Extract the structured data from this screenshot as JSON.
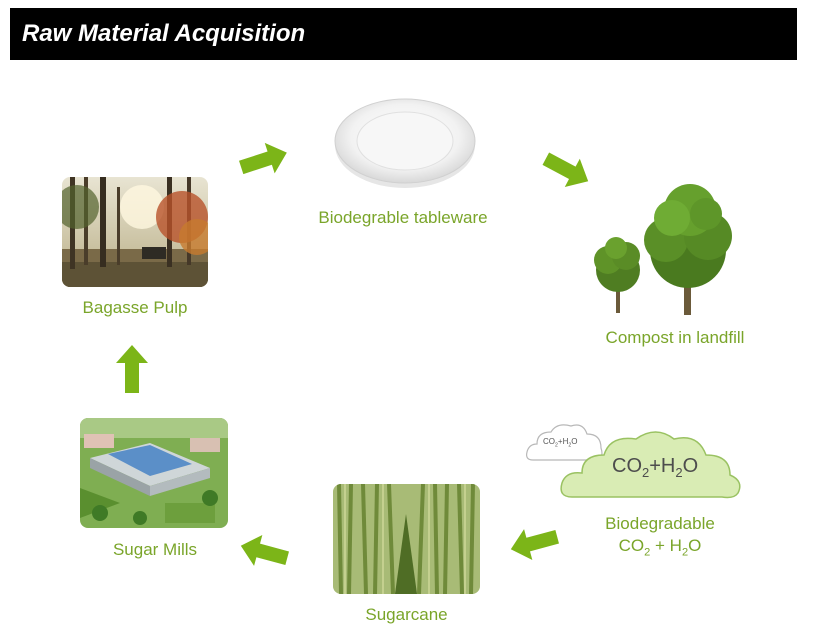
{
  "title": "Raw Material Acquisition",
  "colors": {
    "label_green": "#7aa52a",
    "arrow_green": "#7cb518",
    "cloud_fill": "#d9ecb4",
    "title_bg": "#000000"
  },
  "nodes": {
    "tableware": {
      "label": "Biodegrable tableware"
    },
    "compost": {
      "label": "Compost in landfill"
    },
    "pulp": {
      "label": "Bagasse Pulp"
    },
    "mills": {
      "label": "Sugar Mills"
    },
    "sugarcane": {
      "label": "Sugarcane"
    },
    "biodegradable": {
      "label_line1": "Biodegradable",
      "co2": "CO",
      "co2_sub": "2",
      "plus_h2o": " + H",
      "h2o_sub": "2",
      "o": "O"
    }
  },
  "clouds": {
    "small": {
      "co": "CO",
      "sub1": "2",
      "mid": "+H",
      "sub2": "2",
      "o": "O"
    },
    "big": {
      "co": "CO",
      "sub1": "2",
      "mid": "+H",
      "sub2": "2",
      "o": "O"
    }
  },
  "icons": {
    "plate": "plate-icon",
    "trees": "trees-icon",
    "forest": "forest-photo",
    "factory": "factory-photo",
    "cane": "sugarcane-photo",
    "cloud": "cloud-icon",
    "arrow": "arrow-icon"
  }
}
